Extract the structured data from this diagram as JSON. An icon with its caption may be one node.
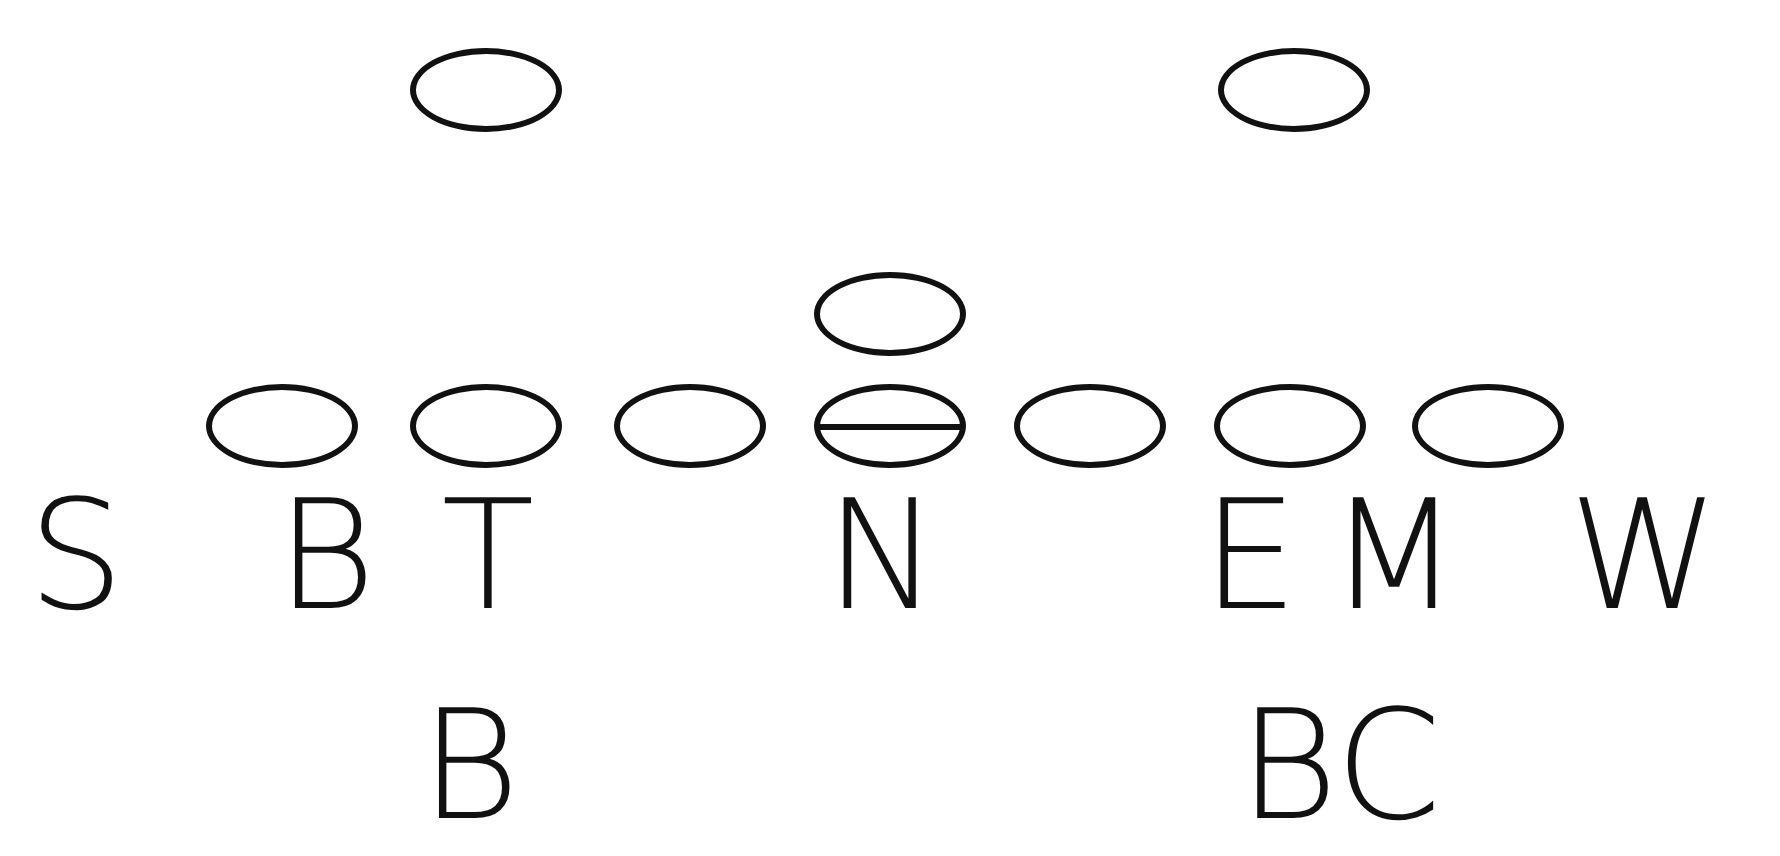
{
  "diagram": {
    "nodes": [
      {
        "text": [],
        "shape": "ellipse"
      },
      {
        "text": [],
        "shape": "ellipse"
      },
      {
        "text": [],
        "shape": "ellipse"
      },
      {
        "text": [],
        "shape": "ellipse"
      },
      {
        "text": [],
        "shape": "ellipse"
      },
      {
        "text": [],
        "shape": "ellipse"
      },
      {
        "text": [],
        "shape": "crossed-ellipse"
      },
      {
        "text": [],
        "shape": "ellipse"
      },
      {
        "text": [],
        "shape": "ellipse"
      },
      {
        "text": [],
        "shape": "ellipse"
      }
    ],
    "labels": [
      "S",
      "B",
      "T",
      "N",
      "E",
      "M",
      "W",
      "B",
      "BC"
    ]
  }
}
